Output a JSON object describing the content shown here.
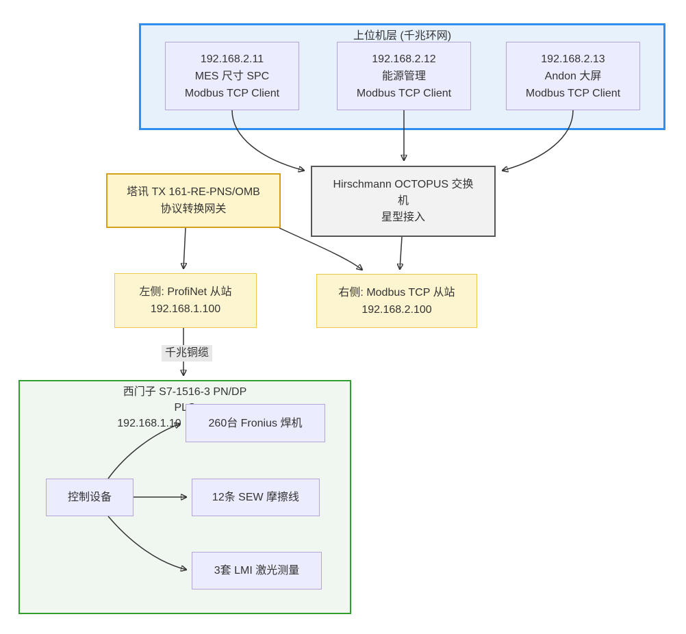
{
  "diagram": {
    "top_cluster": {
      "title": "上位机层 (千兆环网)",
      "clients": [
        {
          "ip": "192.168.2.11",
          "name": "MES 尺寸 SPC",
          "protocol": "Modbus TCP Client"
        },
        {
          "ip": "192.168.2.12",
          "name": "能源管理",
          "protocol": "Modbus TCP Client"
        },
        {
          "ip": "192.168.2.13",
          "name": "Andon 大屏",
          "protocol": "Modbus TCP Client"
        }
      ]
    },
    "gateway": {
      "line1": "塔讯 TX 161-RE-PNS/OMB",
      "line2": "协议转换网关"
    },
    "switch": {
      "line1": "Hirschmann OCTOPUS 交换",
      "line2": "机",
      "line3": "星型接入"
    },
    "left_slave": {
      "line1": "左侧: ProfiNet 从站",
      "line2": "192.168.1.100"
    },
    "right_slave": {
      "line1": "右侧: Modbus TCP 从站",
      "line2": "192.168.2.100"
    },
    "cable_label": "千兆铜缆",
    "plc_cluster": {
      "title_line1": "西门子 S7-1516-3 PN/DP",
      "title_line2": "PLC",
      "title_line3": "192.168.1.10"
    },
    "control_node": {
      "label": "控制设备"
    },
    "devices": [
      {
        "label": "260台 Fronius 焊机"
      },
      {
        "label": "12条 SEW 摩擦线"
      },
      {
        "label": "3套 LMI 激光测量"
      }
    ],
    "colors": {
      "cluster_blue_border": "#2e8ff2",
      "cluster_blue_fill": "#e7f1fc",
      "cluster_green_border": "#2f9e2f",
      "cluster_green_fill": "#f0f7f0",
      "node_purple_fill": "#ececff",
      "node_purple_border": "#b3a3d6",
      "gateway_fill": "#fff5cc",
      "gateway_border": "#d4a017",
      "slave_fill": "#fdf5cf",
      "slave_border": "#ecc94b",
      "switch_fill": "#f2f2f2",
      "switch_border": "#555555",
      "edge": "#333333",
      "label_bg": "#e8e8e8"
    }
  }
}
